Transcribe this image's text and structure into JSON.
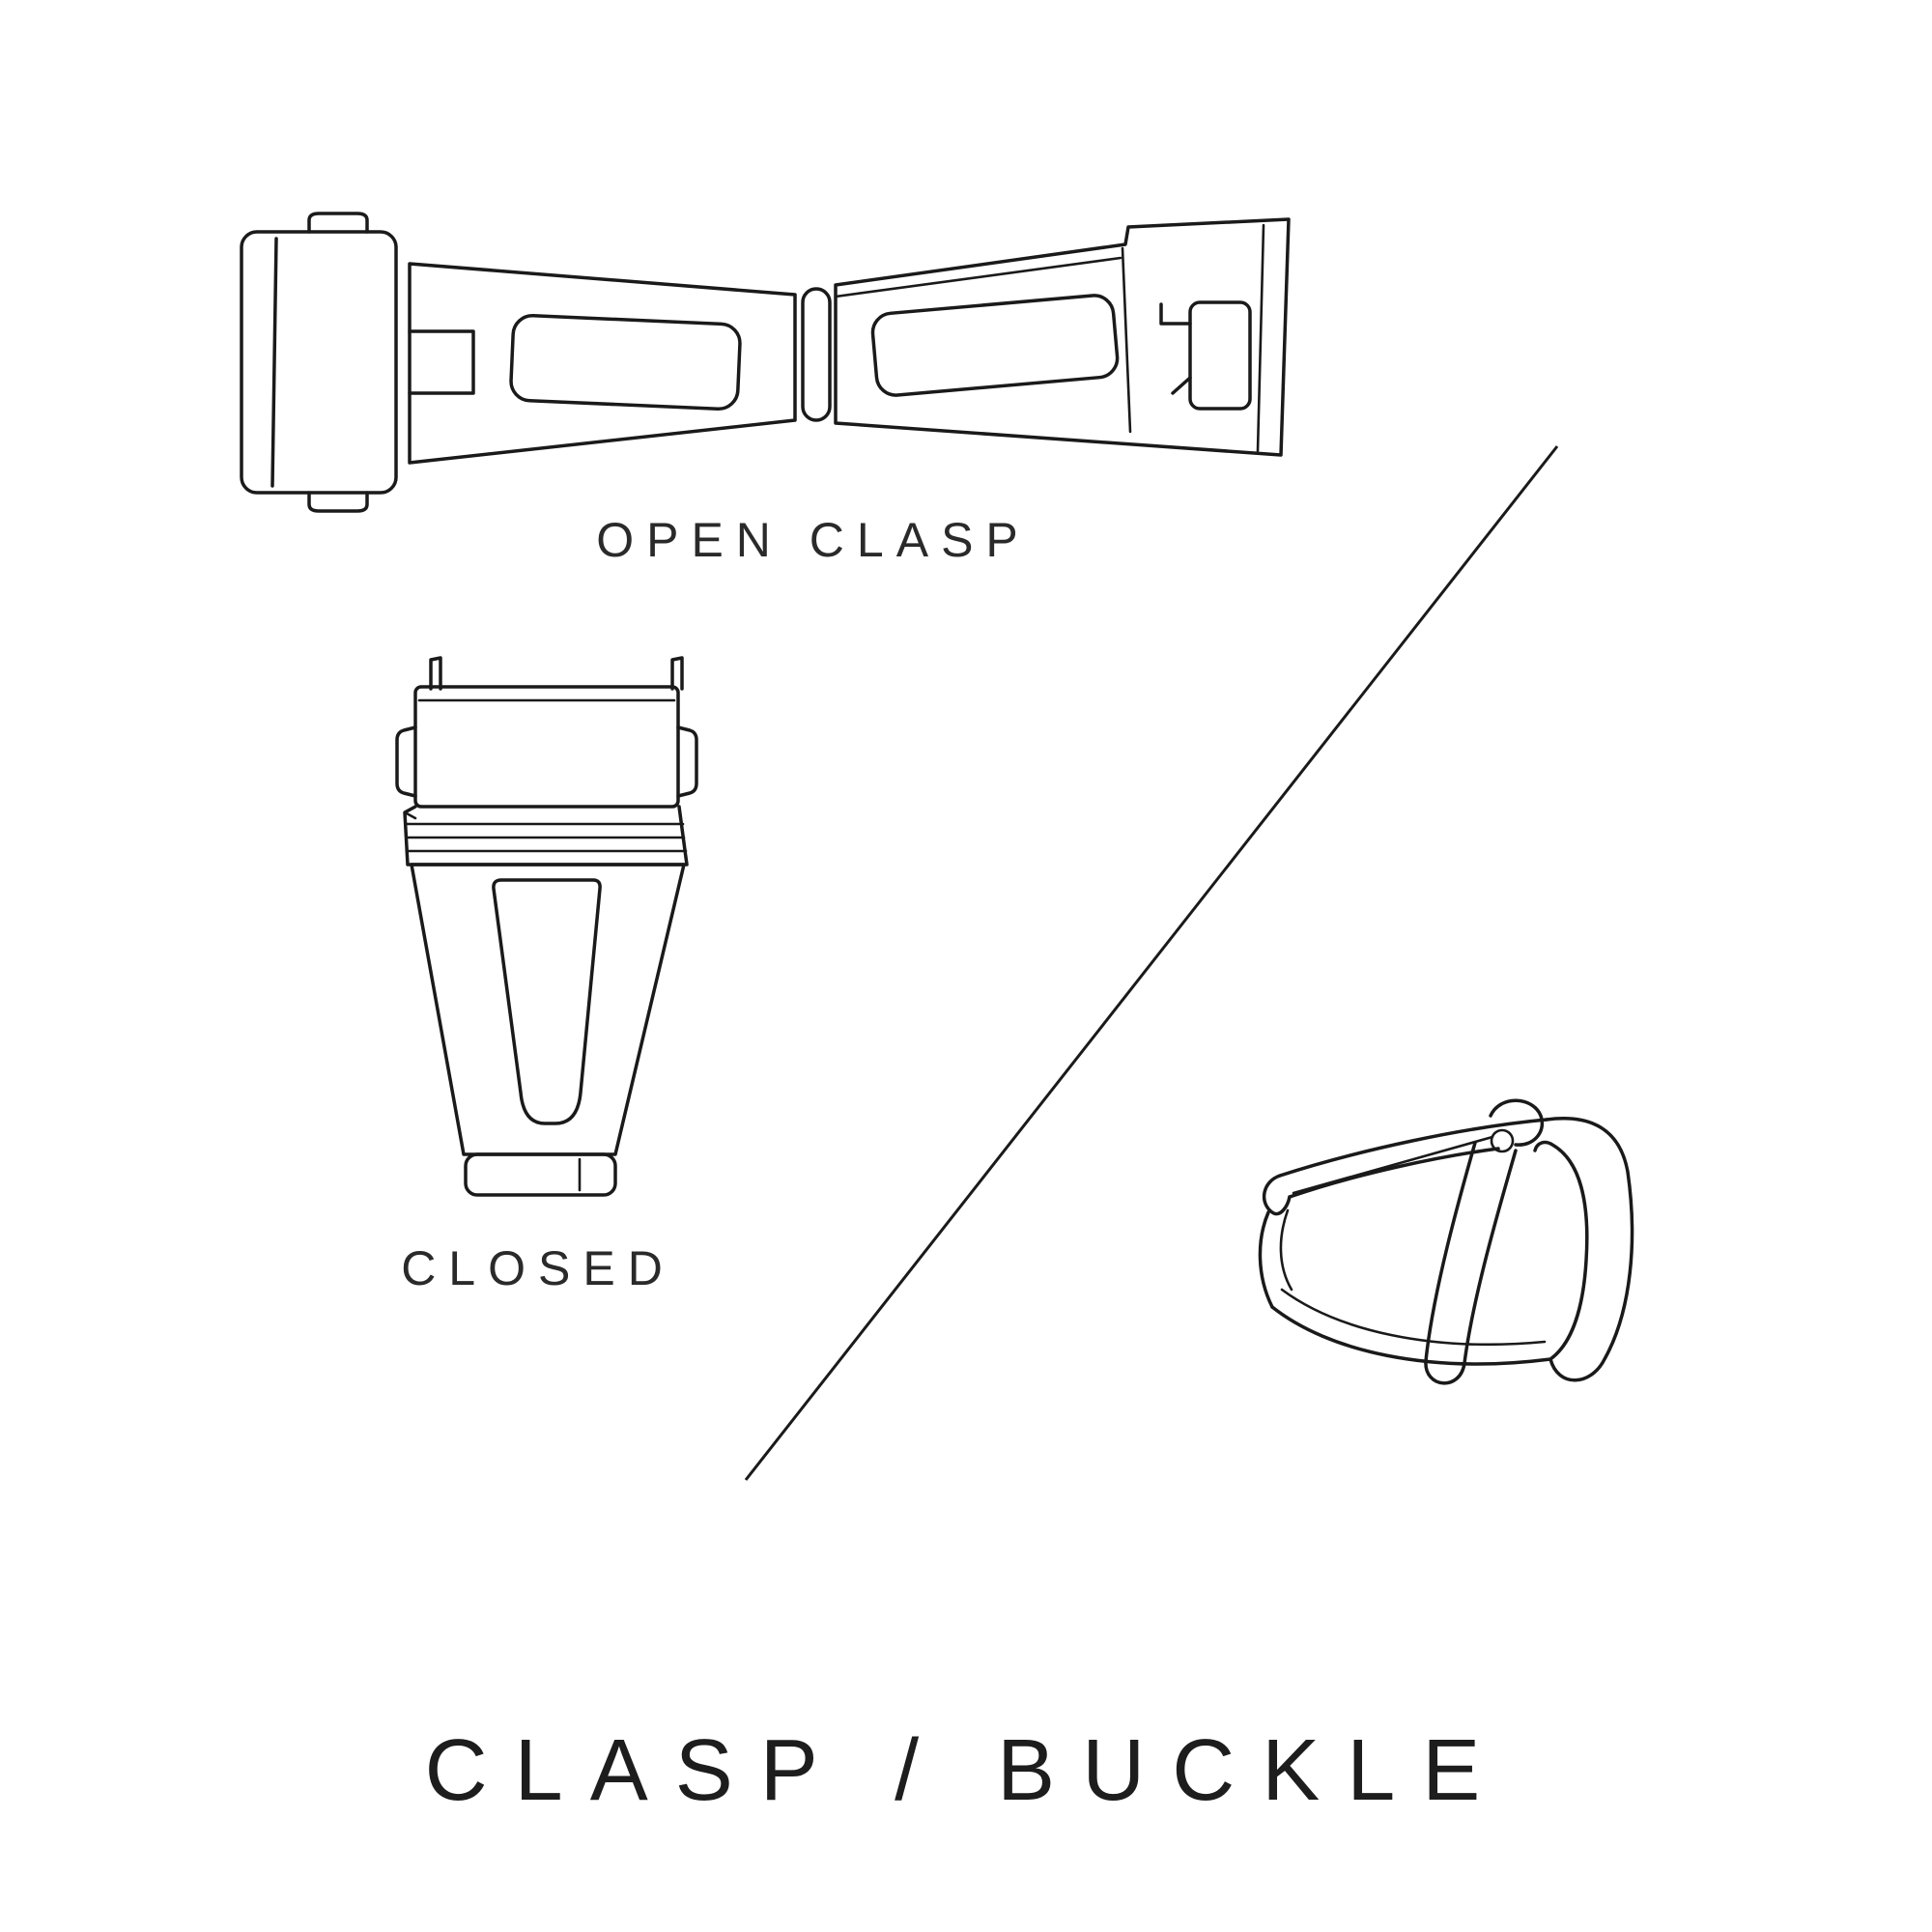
{
  "title": "CLASP / BUCKLE",
  "labels": {
    "open_clasp": "OPEN CLASP",
    "closed_clasp": "CLOSED"
  },
  "colors": {
    "background": "#ffffff",
    "ink": "#1a1a1a"
  },
  "illustrations": {
    "open_clasp": "open deployant watch clasp, top view",
    "closed_clasp": "closed watch clasp, top view",
    "buckle": "tang buckle with pin, perspective view"
  }
}
